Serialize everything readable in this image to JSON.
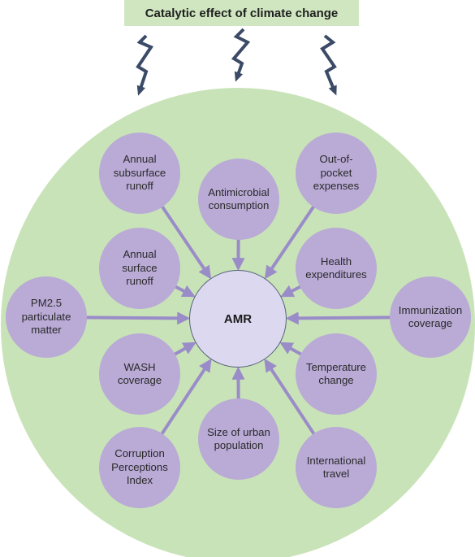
{
  "title": "Catalytic effect of climate change",
  "center": "AMR",
  "colors": {
    "background_circle": "#c9e3b8",
    "factor_fill": "#b9aad6",
    "arrow": "#9a8cc8",
    "lightning": "#3b4a66",
    "title_banner": "#cfe6c0"
  },
  "factors": [
    {
      "id": "annual-subsurface-runoff",
      "label": "Annual\nsubsurface\nrunoff"
    },
    {
      "id": "antimicrobial-consumption",
      "label": "Antimicrobial\nconsumption"
    },
    {
      "id": "out-of-pocket-expenses",
      "label": "Out-of-\npocket\nexpenses"
    },
    {
      "id": "annual-surface-runoff",
      "label": "Annual\nsurface\nrunoff"
    },
    {
      "id": "health-expenditures",
      "label": "Health\nexpenditures"
    },
    {
      "id": "pm25-particulate-matter",
      "label": "PM2.5\nparticulate\nmatter"
    },
    {
      "id": "immunization-coverage",
      "label": "Immunization\ncoverage"
    },
    {
      "id": "wash-coverage",
      "label": "WASH\ncoverage"
    },
    {
      "id": "temperature-change",
      "label": "Temperature\nchange"
    },
    {
      "id": "size-of-urban-population",
      "label": "Size of urban\npopulation"
    },
    {
      "id": "corruption-perceptions-index",
      "label": "Corruption\nPerceptions\nIndex"
    },
    {
      "id": "international-travel",
      "label": "International\ntravel"
    }
  ]
}
